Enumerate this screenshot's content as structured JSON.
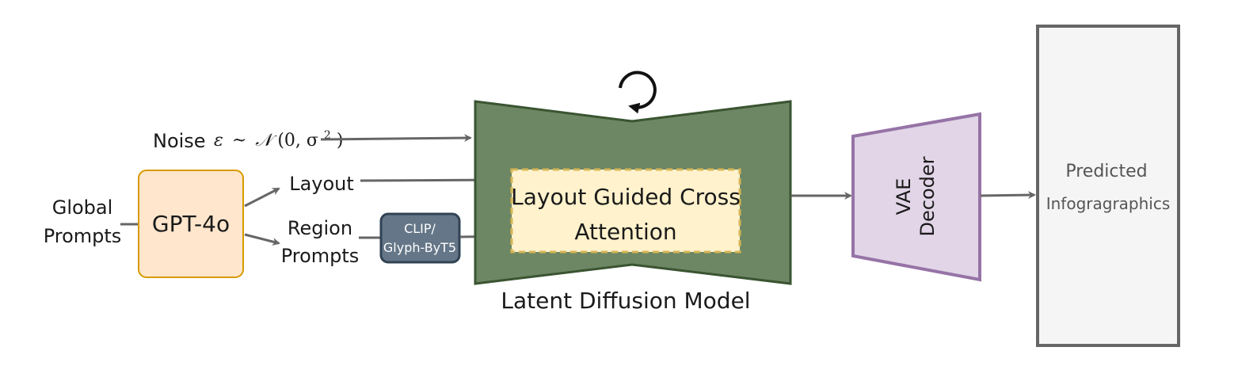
{
  "inputs": {
    "global_prompts": [
      "Global",
      "Prompts"
    ],
    "noise_label": "Noise",
    "noise_formula": {
      "epsilon": "ε",
      "tilde": "~",
      "dist": "𝒩",
      "args": "(0, σ",
      "exp": "2",
      "close": ")"
    }
  },
  "gpt": {
    "label": "GPT-4o"
  },
  "layout": {
    "label": "Layout"
  },
  "region_prompts": {
    "label": [
      "Region",
      "Prompts"
    ]
  },
  "encoder": {
    "label": [
      "CLIP/",
      "Glyph-ByT5"
    ]
  },
  "ldm": {
    "label": "Latent Diffusion Model",
    "attention": [
      "Layout Guided Cross",
      "Attention"
    ]
  },
  "vae": {
    "label": [
      "VAE",
      "Decoder"
    ]
  },
  "output": {
    "label": [
      "Predicted",
      "Infogragraphics"
    ]
  },
  "colors": {
    "gpt_fill": "#ffe6cc",
    "gpt_stroke": "#d79b00",
    "encoder_fill": "#647687",
    "encoder_stroke": "#314354",
    "ldm_fill": "#6d8764",
    "ldm_stroke": "#3a5431",
    "attention_fill": "#fff2cc",
    "attention_stroke": "#d6b656",
    "vae_fill": "#e1d5e7",
    "vae_stroke": "#9673a6",
    "output_fill": "#f5f5f5",
    "output_stroke": "#666666",
    "arrow": "#666666"
  },
  "icons": [
    "refresh-loop-icon"
  ]
}
